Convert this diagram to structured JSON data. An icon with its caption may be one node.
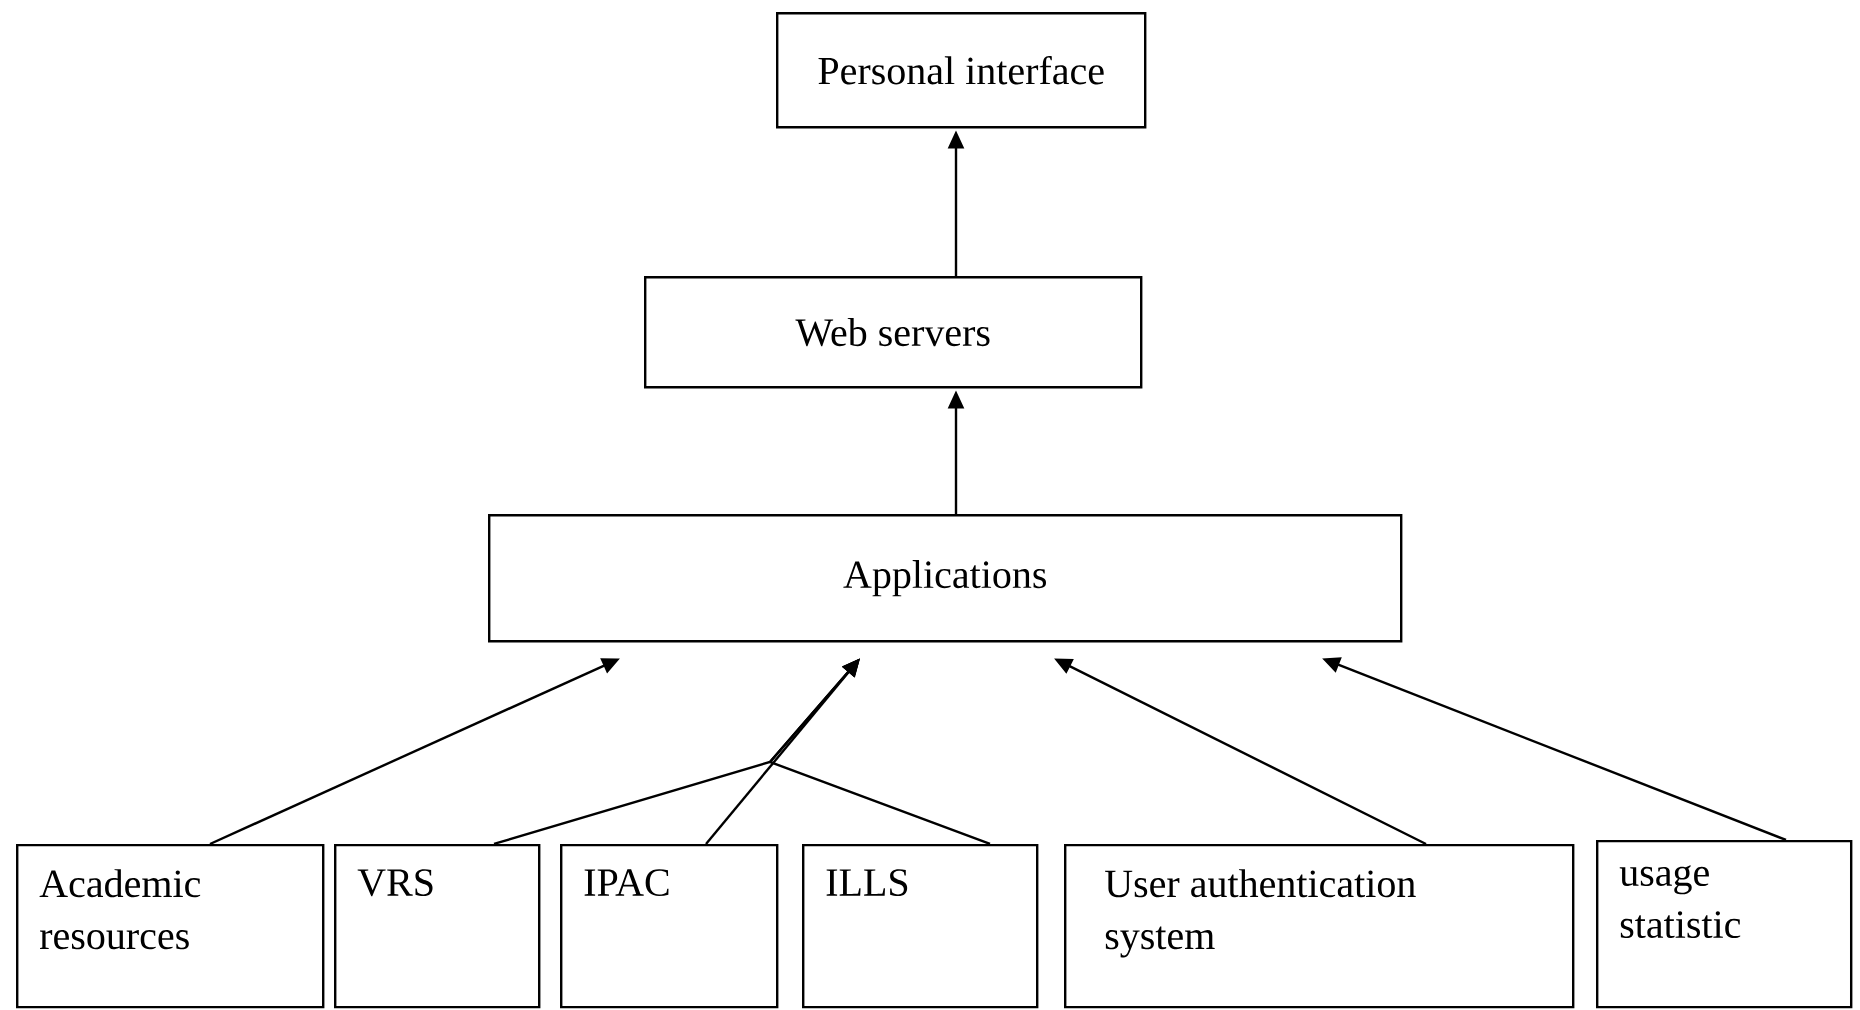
{
  "diagram": {
    "nodes": [
      {
        "text": [
          "Personal interface"
        ]
      },
      {
        "text": [
          "Web servers"
        ]
      },
      {
        "text": [
          "Applications"
        ]
      },
      {
        "text": [
          "Academic resources"
        ]
      },
      {
        "text": [
          "VRS"
        ]
      },
      {
        "text": [
          "IPAC"
        ]
      },
      {
        "text": [
          "ILLS"
        ]
      },
      {
        "text": [
          "User authentication system"
        ]
      },
      {
        "text": [
          "usage statistic"
        ]
      }
    ],
    "edges": [
      {
        "from": 1,
        "to": 0,
        "arrow": "to"
      },
      {
        "from": 2,
        "to": 1,
        "arrow": "to"
      },
      {
        "from": 3,
        "to": 2,
        "arrow": "to"
      },
      {
        "from": 4,
        "to": 2,
        "arrow": "to"
      },
      {
        "from": 5,
        "to": 2,
        "arrow": "to"
      },
      {
        "from": 6,
        "to": 2,
        "arrow": "to"
      },
      {
        "from": 7,
        "to": 2,
        "arrow": "to"
      },
      {
        "from": 8,
        "to": 2,
        "arrow": "to"
      }
    ]
  }
}
